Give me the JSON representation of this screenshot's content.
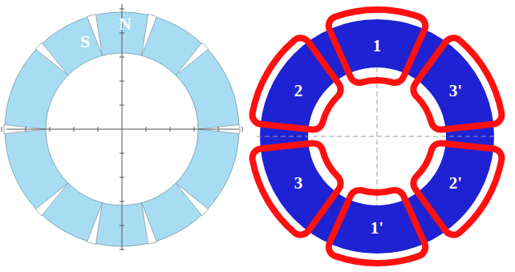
{
  "diagram": {
    "labels": [
      "S",
      "N",
      "1",
      "2",
      "3'",
      "3",
      "2'",
      "1'"
    ]
  }
}
